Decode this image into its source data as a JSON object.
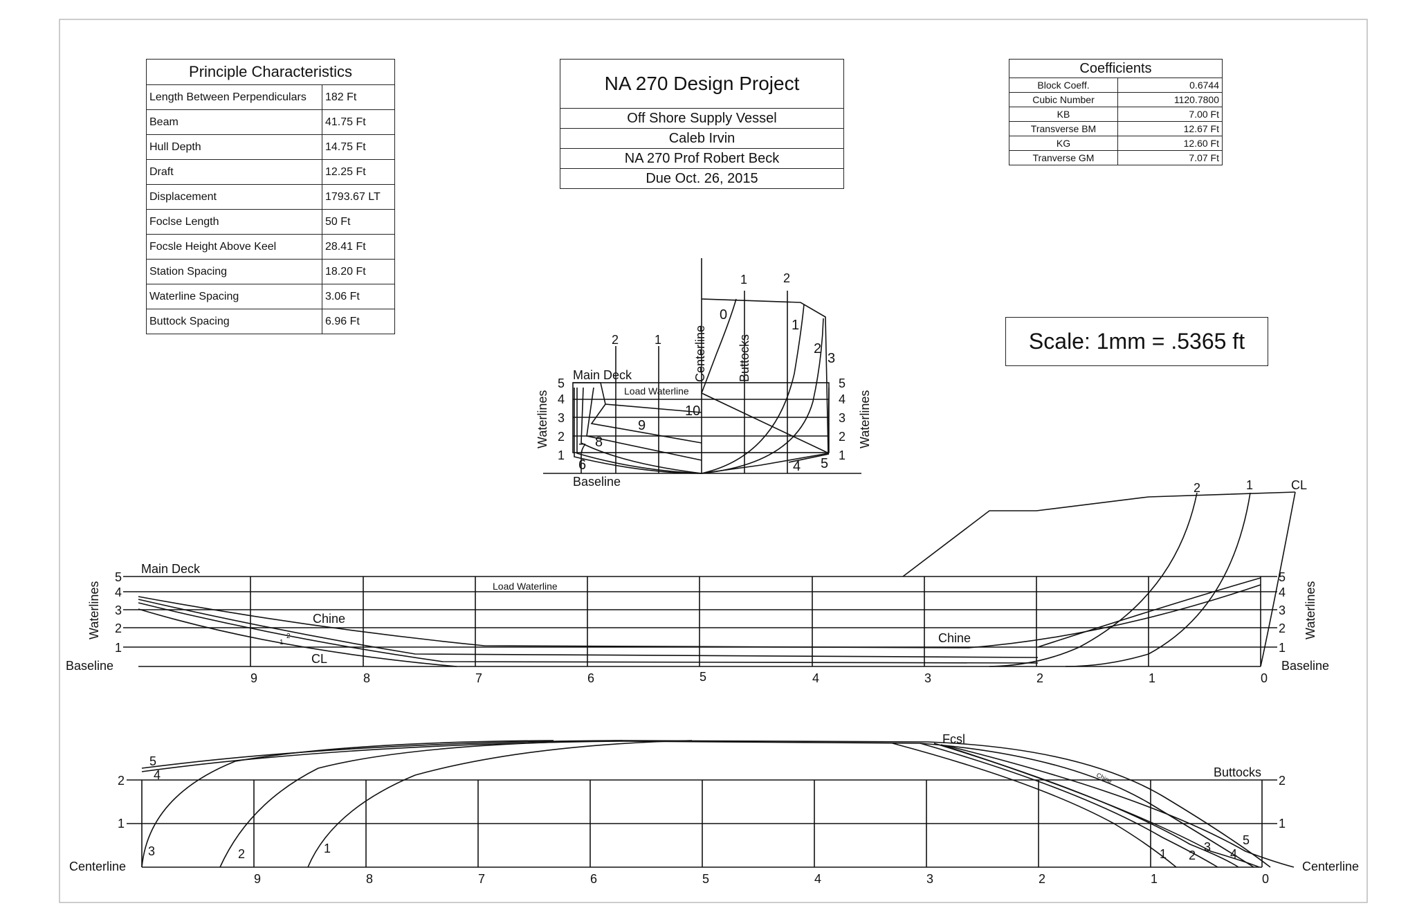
{
  "principle": {
    "title": "Principle Characteristics",
    "rows": [
      {
        "label": "Length Between Perpendiculars",
        "value": "182 Ft"
      },
      {
        "label": "Beam",
        "value": "41.75 Ft"
      },
      {
        "label": "Hull Depth",
        "value": "14.75 Ft"
      },
      {
        "label": "Draft",
        "value": "12.25 Ft"
      },
      {
        "label": "Displacement",
        "value": "1793.67 LT"
      },
      {
        "label": "Foclse Length",
        "value": "50 Ft"
      },
      {
        "label": "Focsle Height Above Keel",
        "value": "28.41 Ft"
      },
      {
        "label": "Station Spacing",
        "value": "18.20 Ft"
      },
      {
        "label": "Waterline Spacing",
        "value": "3.06 Ft"
      },
      {
        "label": "Buttock Spacing",
        "value": "6.96 Ft"
      }
    ]
  },
  "project": {
    "title": "NA 270 Design Project",
    "lines": [
      "Off Shore Supply Vessel",
      "Caleb Irvin",
      "NA 270 Prof Robert Beck",
      "Due Oct. 26, 2015"
    ]
  },
  "coefficients": {
    "title": "Coefficients",
    "rows": [
      {
        "label": "Block Coeff.",
        "value": "0.6744"
      },
      {
        "label": "Cubic Number",
        "value": "1120.7800"
      },
      {
        "label": "KB",
        "value": "7.00 Ft"
      },
      {
        "label": "Transverse BM",
        "value": "12.67 Ft"
      },
      {
        "label": "KG",
        "value": "12.60 Ft"
      },
      {
        "label": "Tranverse GM",
        "value": "7.07 Ft"
      }
    ]
  },
  "scale": "Scale: 1mm = .5365 ft",
  "body_plan": {
    "main_deck": "Main Deck",
    "load_waterline": "Load Waterline",
    "centerline": "Centerline",
    "buttocks": "Buttocks",
    "waterlines": "Waterlines",
    "baseline": "Baseline",
    "waterline_numbers": [
      "1",
      "2",
      "3",
      "4",
      "5"
    ],
    "left_buttock_labels": [
      "2",
      "1"
    ],
    "right_buttock_labels": [
      "1",
      "2"
    ],
    "aft_station_labels": [
      "6",
      "7",
      "8",
      "9",
      "10"
    ],
    "fwd_station_labels": [
      "0",
      "1",
      "2",
      "3",
      "4",
      "5"
    ]
  },
  "profile": {
    "main_deck": "Main Deck",
    "load_waterline": "Load Waterline",
    "waterlines": "Waterlines",
    "baseline": "Baseline",
    "chine": "Chine",
    "cl": "CL",
    "waterline_numbers": [
      "1",
      "2",
      "3",
      "4",
      "5"
    ],
    "stations": [
      "9",
      "8",
      "7",
      "6",
      "5",
      "4",
      "3",
      "2",
      "1",
      "0"
    ],
    "bow_labels": [
      "2",
      "1",
      "CL"
    ],
    "aft_small_labels": [
      "1",
      "2"
    ]
  },
  "half_breadth": {
    "centerline": "Centerline",
    "buttocks": "Buttocks",
    "fcsl": "Fcsl",
    "chine": "Chine",
    "levels": [
      "1",
      "2"
    ],
    "stations": [
      "9",
      "8",
      "7",
      "6",
      "5",
      "4",
      "3",
      "2",
      "1",
      "0"
    ],
    "aft_labels": [
      "5",
      "4",
      "3",
      "2",
      "1"
    ],
    "fwd_labels": [
      "1",
      "2",
      "3",
      "4",
      "5"
    ]
  }
}
